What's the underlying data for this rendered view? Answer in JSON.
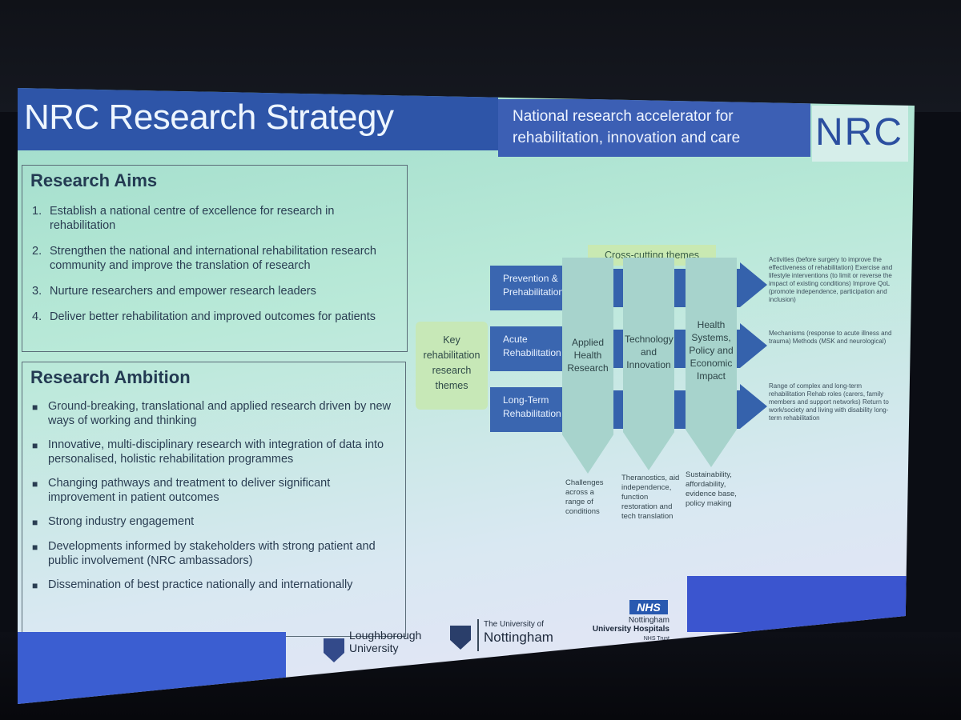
{
  "slide": {
    "title": "NRC Research Strategy",
    "subtitle_line1": "National research accelerator for",
    "subtitle_line2": "rehabilitation, innovation and care",
    "logo": "NRC"
  },
  "aims": {
    "heading": "Research Aims",
    "items": [
      {
        "num": "1.",
        "text": "Establish a national centre of excellence for research in rehabilitation"
      },
      {
        "num": "2.",
        "text": "Strengthen the national and international rehabilitation research community and improve the translation of research"
      },
      {
        "num": "3.",
        "text": "Nurture researchers and empower research leaders"
      },
      {
        "num": "4.",
        "text": "Deliver better rehabilitation and improved outcomes for patients"
      }
    ]
  },
  "ambition": {
    "heading": "Research Ambition",
    "items": [
      "Ground-breaking, translational and applied research driven by new ways of working and thinking",
      "Innovative, multi-disciplinary research with integration of data into personalised, holistic rehabilitation programmes",
      "Changing pathways and treatment to deliver significant improvement in patient outcomes",
      "Strong industry engagement",
      "Developments informed by stakeholders with strong patient and public involvement (NRC ambassadors)",
      "Dissemination of best practice nationally and internationally"
    ]
  },
  "diagram": {
    "cross_cutting": "Cross-cutting themes",
    "key_label": "Key rehabilitation research themes",
    "themes": [
      "Prevention & Prehabilitation",
      "Acute Rehabilitation",
      "Long-Term Rehabilitation"
    ],
    "pillars": [
      "Applied Health Research",
      "Technology and Innovation",
      "Health Systems, Policy and Economic Impact"
    ],
    "below": [
      "Challenges across a range of conditions",
      "Theranostics, aid independence, function restoration and tech translation",
      "Sustainability, affordability, evidence base, policy making"
    ],
    "notes": [
      "Activities (before surgery to improve the effectiveness of rehabilitation) Exercise and lifestyle interventions (to limit or reverse the impact of existing conditions) Improve QoL (promote independence, participation and inclusion)",
      "Mechanisms (response to acute illness and trauma) Methods (MSK and neurological)",
      "Range of complex and long-term rehabilitation Rehab roles (carers, family members and support networks) Return to work/society and living with disability long-term rehabilitation"
    ]
  },
  "footer": {
    "loughborough_1": "Loughborough",
    "loughborough_2": "University",
    "nottingham_1": "The University of",
    "nottingham_2": "Nottingham",
    "nhs_badge": "NHS",
    "nhs_1": "Nottingham",
    "nhs_2": "University Hospitals",
    "nhs_3": "NHS Trust"
  },
  "colors": {
    "title_bar": "#2e55a8",
    "slide_bg": "#b9e9d8",
    "theme_blue": "#3562ac",
    "pillar": "#a7d3cc"
  }
}
